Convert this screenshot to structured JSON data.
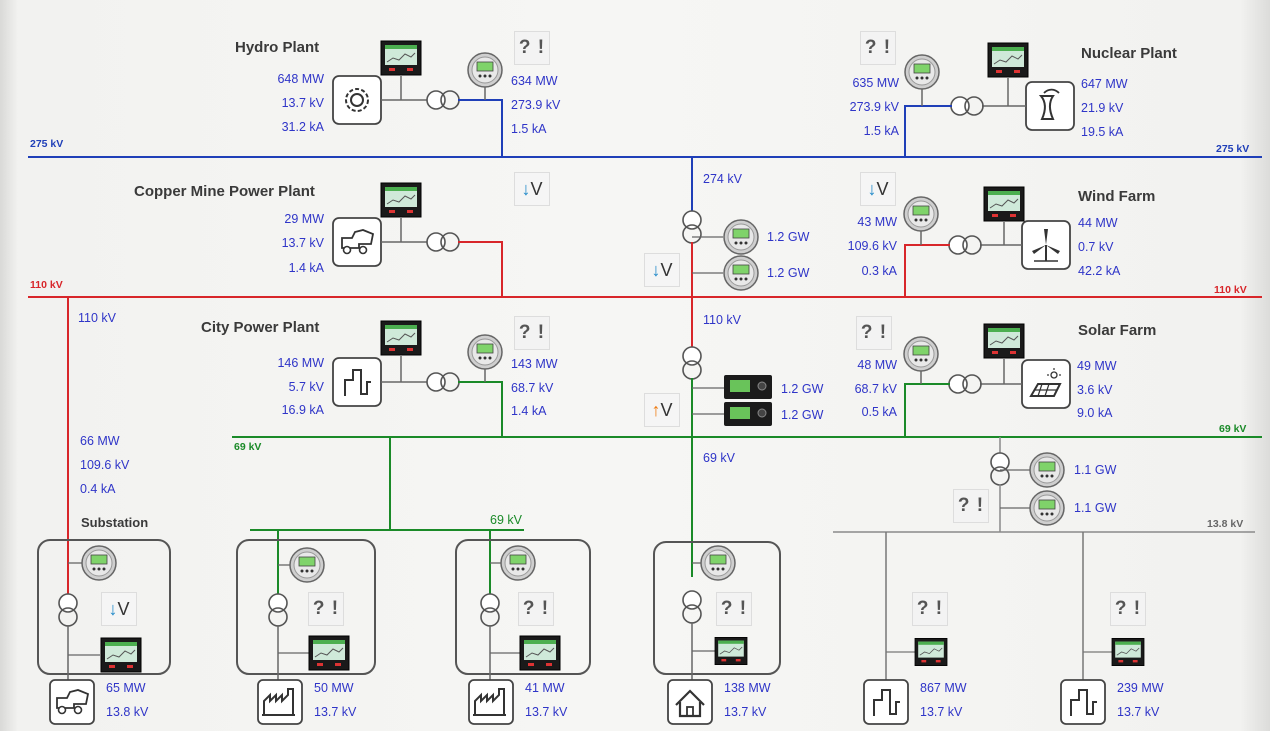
{
  "colors": {
    "bus_275": "#1f3fb8",
    "bus_110": "#d8262a",
    "bus_69": "#1a8a28",
    "bus_13": "#8a8a8a",
    "value_text": "#2f35c8",
    "arrow_down": "#1e88c8",
    "arrow_up": "#ee7a10"
  },
  "buses": {
    "b275_left": "275 kV",
    "b275_right": "275 kV",
    "b110_left": "110 kV",
    "b110_right": "110 kV",
    "b69_left": "69 kV",
    "b69_right": "69 kV",
    "b69_sub": "69 kV",
    "b13_right": "13.8 kV",
    "tap_274": "274 kV",
    "tap_110_left": "110 kV",
    "tap_110_mid": "110 kV",
    "tap_69_mid": "69 kV"
  },
  "plants": {
    "hydro": {
      "name": "Hydro Plant",
      "gen": [
        "648 MW",
        "13.7 kV",
        "31.2 kA"
      ],
      "out": [
        "634 MW",
        "273.9 kV",
        "1.5 kA"
      ],
      "icon": "gear-icon"
    },
    "nuclear": {
      "name": "Nuclear Plant",
      "gen": [
        "647 MW",
        "21.9 kV",
        "19.5 kA"
      ],
      "out": [
        "635 MW",
        "273.9 kV",
        "1.5 kA"
      ],
      "icon": "cooling-tower-icon"
    },
    "copper": {
      "name": "Copper Mine Power Plant",
      "gen": [
        "29 MW",
        "13.7 kV",
        "1.4 kA"
      ],
      "icon": "mining-truck-icon"
    },
    "wind": {
      "name": "Wind Farm",
      "gen": [
        "44 MW",
        "0.7 kV",
        "42.2 kA"
      ],
      "out": [
        "43 MW",
        "109.6 kV",
        "0.3 kA"
      ],
      "icon": "wind-turbine-icon"
    },
    "city": {
      "name": "City Power Plant",
      "gen": [
        "146 MW",
        "5.7 kV",
        "16.9 kA"
      ],
      "out": [
        "143 MW",
        "68.7 kV",
        "1.4 kA"
      ],
      "icon": "load-curve-icon"
    },
    "solar": {
      "name": "Solar Farm",
      "gen": [
        "49 MW",
        "3.6 kV",
        "9.0 kA"
      ],
      "out": [
        "48 MW",
        "68.7 kV",
        "0.5 kA"
      ],
      "icon": "solar-panel-icon"
    }
  },
  "tie_upper": [
    "1.2 GW",
    "1.2 GW"
  ],
  "tie_lower": [
    "1.2 GW",
    "1.2 GW"
  ],
  "tie_13": [
    "1.1 GW",
    "1.1 GW"
  ],
  "feeder_110": [
    "66 MW",
    "109.6 kV",
    "0.4 kA"
  ],
  "substation": {
    "name": "Substation"
  },
  "loads": [
    {
      "id": "substation-load",
      "vals": [
        "65 MW",
        "13.8 kV"
      ],
      "icon": "mining-truck-icon"
    },
    {
      "id": "factory-1",
      "vals": [
        "50 MW",
        "13.7 kV"
      ],
      "icon": "factory-icon"
    },
    {
      "id": "factory-2",
      "vals": [
        "41 MW",
        "13.7 kV"
      ],
      "icon": "factory-icon"
    },
    {
      "id": "house",
      "vals": [
        "138 MW",
        "13.7 kV"
      ],
      "icon": "house-icon"
    },
    {
      "id": "load-1",
      "vals": [
        "867 MW",
        "13.7 kV"
      ],
      "icon": "load-curve-icon"
    },
    {
      "id": "load-2",
      "vals": [
        "239 MW",
        "13.7 kV"
      ],
      "icon": "load-curve-icon"
    }
  ],
  "symbols": {
    "unknown": "? !",
    "volt": "V",
    "down": "↓",
    "up": "↑"
  }
}
